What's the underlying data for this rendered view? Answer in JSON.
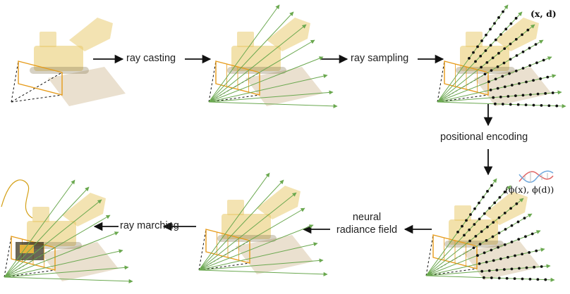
{
  "steps": {
    "ray_casting": "ray casting",
    "ray_sampling": "ray sampling",
    "positional_encoding": "positional encoding",
    "neural_line1": "neural",
    "neural_line2": "radiance field",
    "ray_marching": "ray marching"
  },
  "math": {
    "input": "(x, d)",
    "encoded": "(ϕ(x), ϕ(d))"
  },
  "colors": {
    "ray": "#6aa84f",
    "frame": "#e69b1a",
    "dashed": "#111111",
    "sample": "#111111",
    "scene": "#e8c866",
    "floor": "#d9c7a8"
  }
}
